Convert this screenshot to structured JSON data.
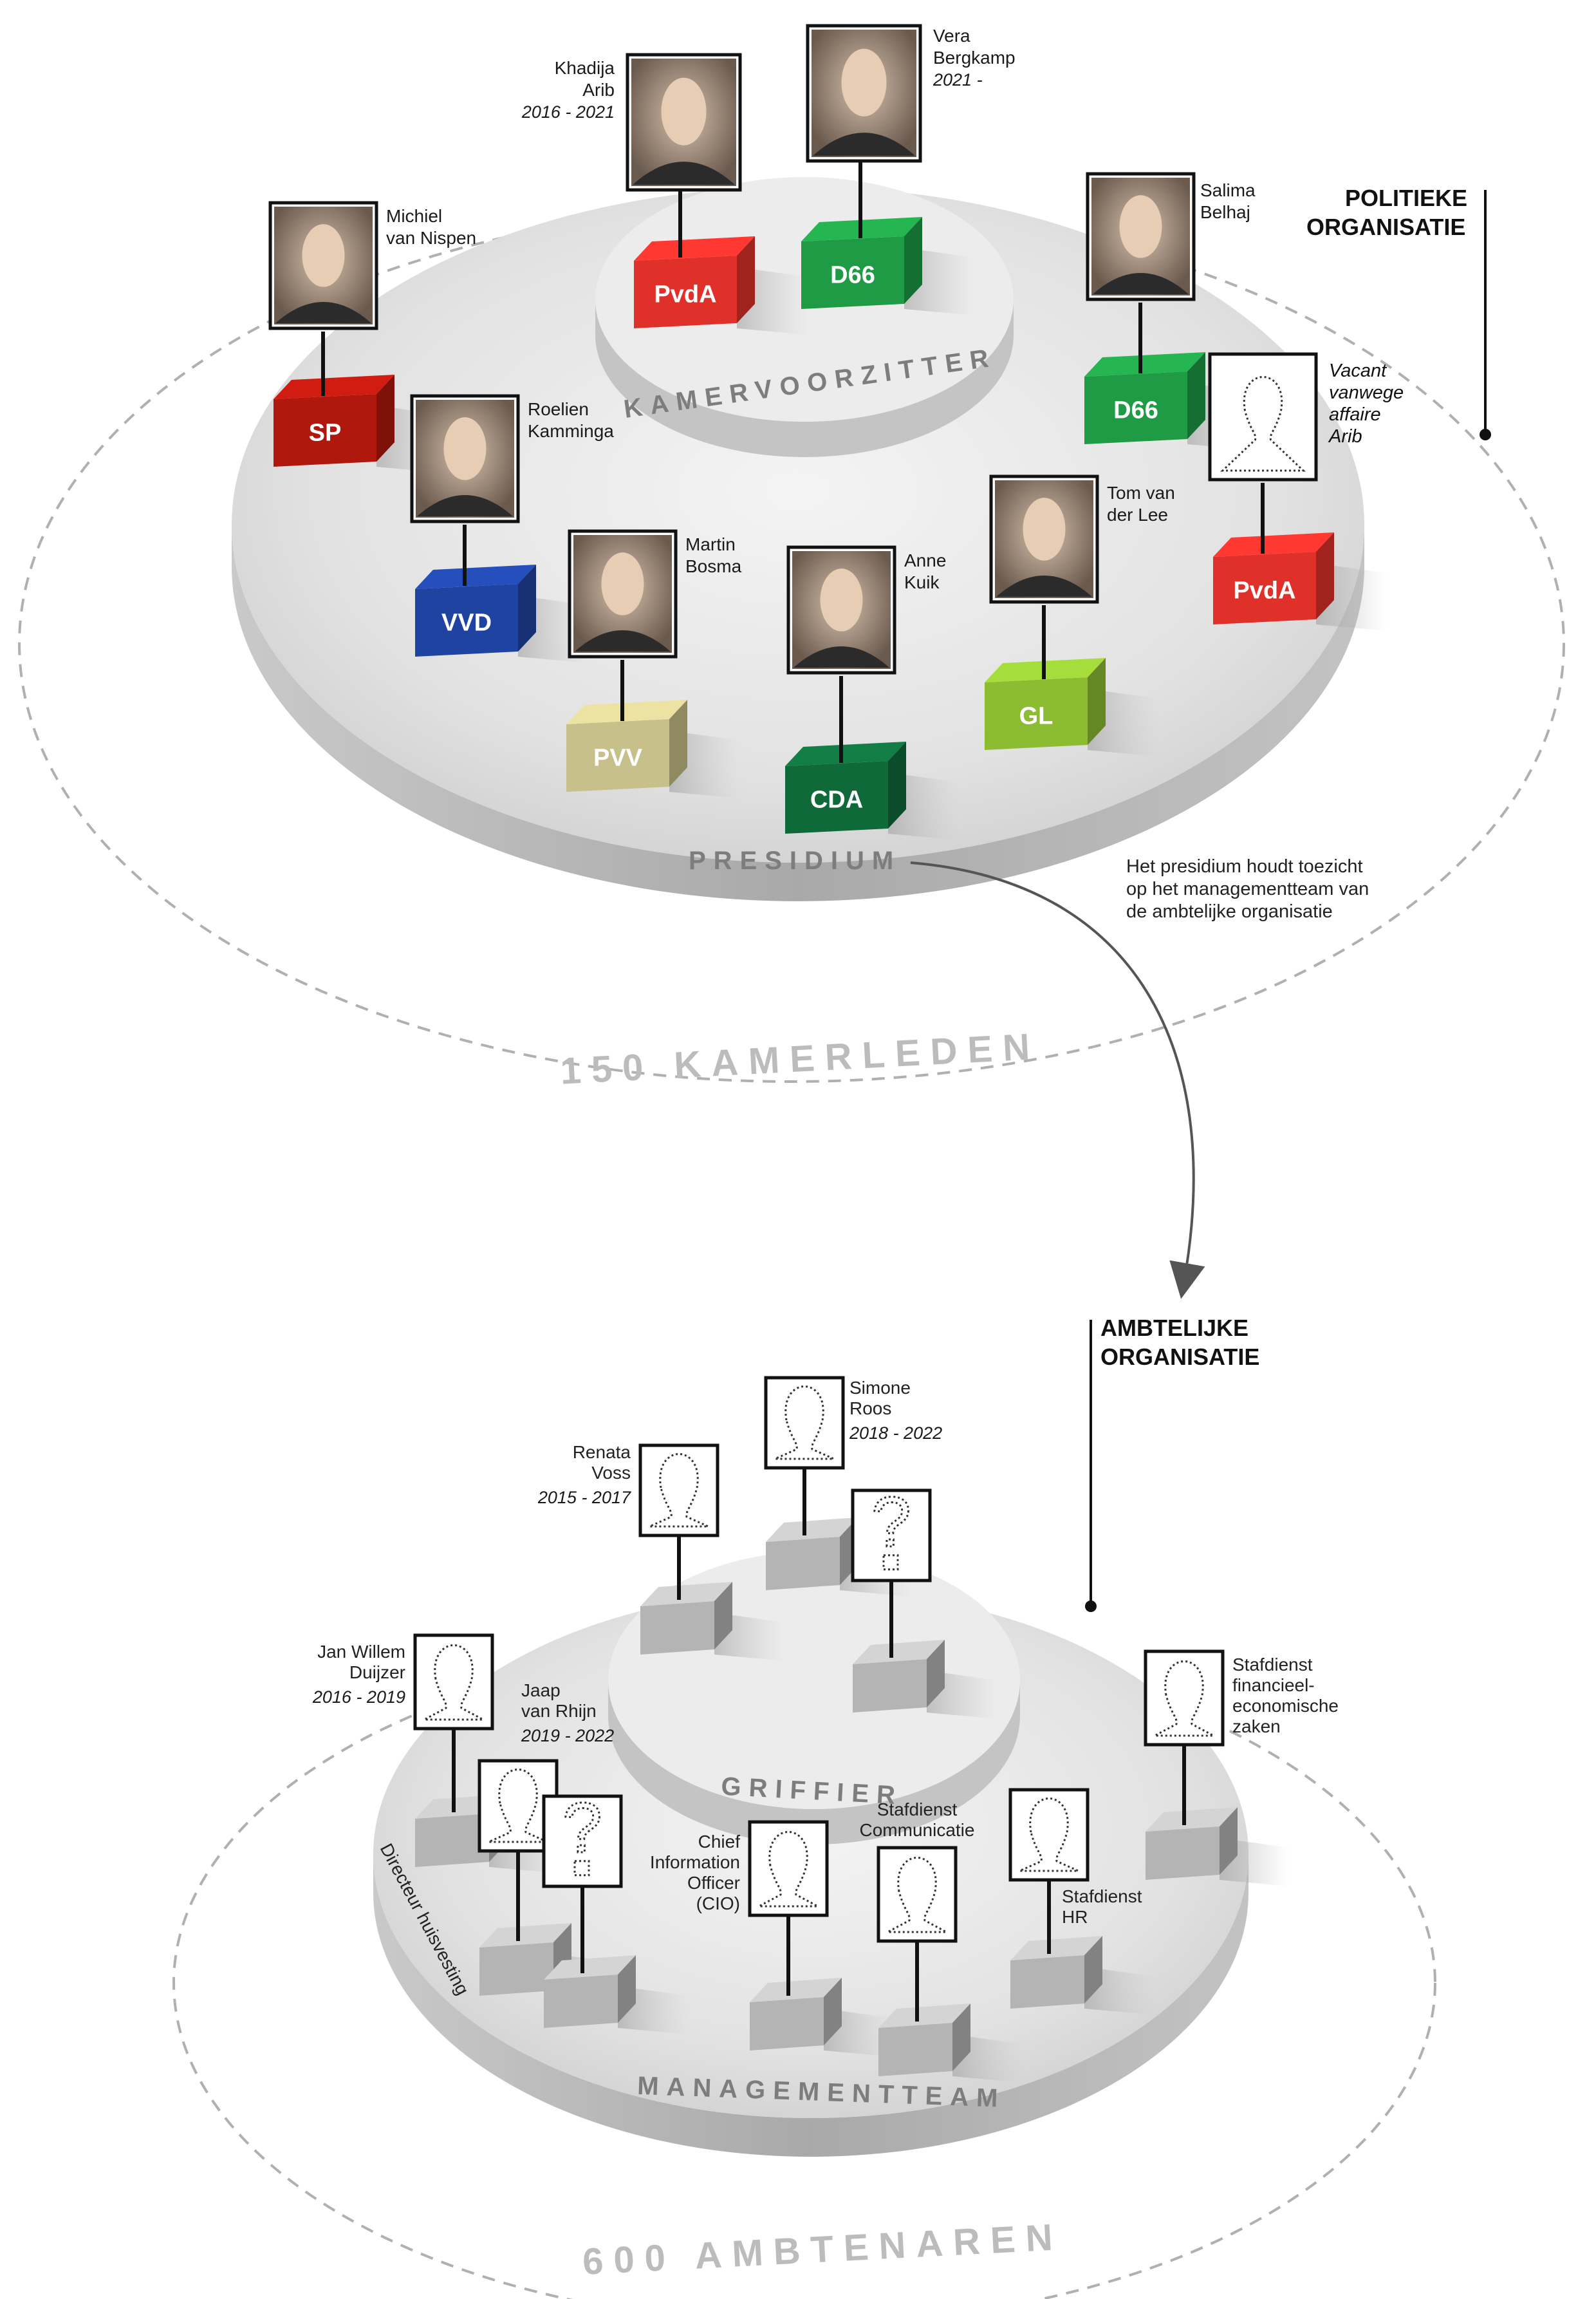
{
  "political": {
    "section_title": [
      "POLITIEKE",
      "ORGANISATIE"
    ],
    "ring_label": "PRESIDIUM",
    "center_label": "KAMERVOORZITTER",
    "count_label": "150 KAMERLEDEN",
    "arrow_note": [
      "Het presidium houdt toezicht",
      "op het managementteam van",
      "de ambtelijke organisatie"
    ],
    "speakers": [
      {
        "name": [
          "Khadija",
          "Arib"
        ],
        "years": "2016 - 2021",
        "party": "PvdA",
        "color": "#e0302a"
      },
      {
        "name": [
          "Vera",
          "Bergkamp"
        ],
        "years": "2021 -",
        "party": "D66",
        "color": "#1f9a45"
      }
    ],
    "members": [
      {
        "name": [
          "Michiel",
          "van Nispen"
        ],
        "party": "SP",
        "color": "#b0180e"
      },
      {
        "name": [
          "Roelien",
          "Kamminga"
        ],
        "party": "VVD",
        "color": "#1f43a0"
      },
      {
        "name": [
          "Martin",
          "Bosma"
        ],
        "party": "PVV",
        "color": "#c8c08a"
      },
      {
        "name": [
          "Anne",
          "Kuik"
        ],
        "party": "CDA",
        "color": "#0f6a3a"
      },
      {
        "name": [
          "Tom van",
          "der Lee"
        ],
        "party": "GL",
        "color": "#8cbc32"
      },
      {
        "name": [
          "Salima",
          "Belhaj"
        ],
        "party": "D66",
        "color": "#1f9a45"
      },
      {
        "name": [
          "Vacant",
          "vanwege",
          "affaire",
          "Arib"
        ],
        "party": "PvdA",
        "color": "#e0302a"
      }
    ]
  },
  "civil": {
    "section_title": [
      "AMBTELIJKE",
      "ORGANISATIE"
    ],
    "ring_label": "MANAGEMENTTEAM",
    "center_label": "GRIFFIER",
    "count_label": "600 AMBTENAREN",
    "griffiers": [
      {
        "name": [
          "Renata",
          "Voss"
        ],
        "years": "2015 - 2017"
      },
      {
        "name": [
          "Simone",
          "Roos"
        ],
        "years": "2018 - 2022"
      }
    ],
    "housing_directors": [
      {
        "name": [
          "Jan Willem",
          "Duijzer"
        ],
        "years": "2016 - 2019"
      },
      {
        "name": [
          "Jaap",
          "van Rhijn"
        ],
        "years": "2019 - 2022"
      }
    ],
    "housing_label": "Directeur huisvesting",
    "roles": [
      {
        "name": [
          "Chief",
          "Information",
          "Officer",
          "(CIO)"
        ]
      },
      {
        "name": [
          "Stafdienst",
          "Communicatie"
        ]
      },
      {
        "name": [
          "Stafdienst",
          "HR"
        ]
      },
      {
        "name": [
          "Stafdienst",
          "financieel-",
          "economische",
          "zaken"
        ]
      }
    ],
    "unknown_mark": "?"
  },
  "colors": {
    "platform_top": "#dcdcdc",
    "platform_side": "#b7b7b7",
    "dashed_ring": "#b0b0b0",
    "arrow": "#555555"
  }
}
